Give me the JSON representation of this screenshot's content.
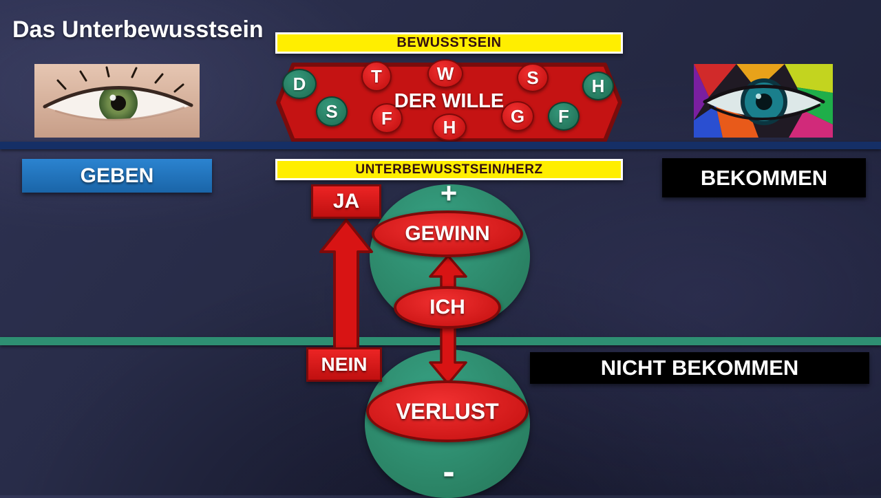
{
  "title": "Das Unterbewusstsein",
  "colors": {
    "yellow": "#ffee00",
    "red": "#d81414",
    "dark_red": "#7d0a0a",
    "green": "#2e8f72",
    "blue": "#1e73be",
    "navy_line": "#152f66",
    "black": "#000000"
  },
  "banners": {
    "bewusstsein": "BEWUSSTSEIN",
    "der_wille": "DER WILLE",
    "unterbewusstsein": "UNTERBEWUSSTSEIN/HERZ"
  },
  "will_letters": [
    {
      "char": "D",
      "circle": "green"
    },
    {
      "char": "T",
      "circle": "red"
    },
    {
      "char": "W",
      "circle": "red"
    },
    {
      "char": "S",
      "circle": "red"
    },
    {
      "char": "H",
      "circle": "green"
    },
    {
      "char": "S",
      "circle": "green"
    },
    {
      "char": "F",
      "circle": "red"
    },
    {
      "char": "H",
      "circle": "red"
    },
    {
      "char": "G",
      "circle": "red"
    },
    {
      "char": "F",
      "circle": "green"
    }
  ],
  "labels": {
    "geben": "GEBEN",
    "bekommen": "BEKOMMEN",
    "ja": "JA",
    "nein": "NEIN",
    "nicht_bekommen": "NICHT BEKOMMEN",
    "gewinn": "GEWINN",
    "ich": "ICH",
    "verlust": "VERLUST",
    "plus": "+",
    "minus": "-"
  },
  "images": {
    "left_eye": "realistic-eye-photo",
    "right_eye": "colorful-abstract-eye-art"
  }
}
